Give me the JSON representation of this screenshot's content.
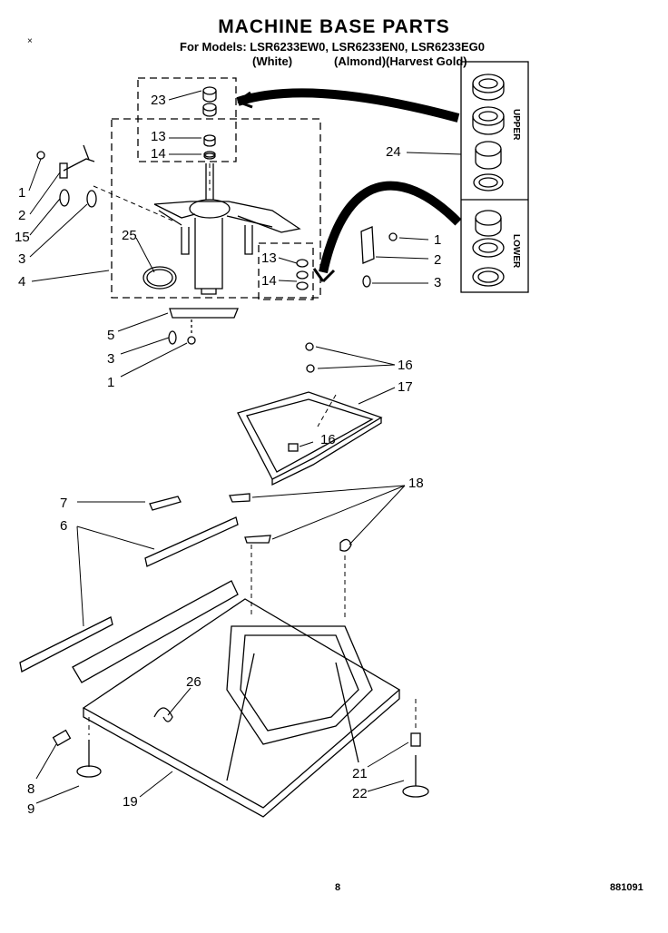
{
  "header": {
    "title": "MACHINE BASE PARTS",
    "models_line": "For Models: LSR6233EW0, LSR6233EN0, LSR6233EG0",
    "color_white": "(White)",
    "color_almond_gold": "(Almond)(Harvest Gold)"
  },
  "corner_mark": "×",
  "inset": {
    "upper_label": "UPPER",
    "lower_label": "LOWER"
  },
  "callouts": {
    "c23": "23",
    "c13a": "13",
    "c14a": "14",
    "c24": "24",
    "c1a": "1",
    "c2a": "2",
    "c15": "15",
    "c3a": "3",
    "c4": "4",
    "c25": "25",
    "c13b": "13",
    "c14b": "14",
    "c1b": "1",
    "c2b": "2",
    "c3b": "3",
    "c5": "5",
    "c3c": "3",
    "c1c": "1",
    "c16a": "16",
    "c17": "17",
    "c16b": "16",
    "c18": "18",
    "c7": "7",
    "c6": "6",
    "c26": "26",
    "c8": "8",
    "c9": "9",
    "c19": "19",
    "c21": "21",
    "c22": "22"
  },
  "footer": {
    "page_number": "8",
    "doc_number": "881091"
  }
}
